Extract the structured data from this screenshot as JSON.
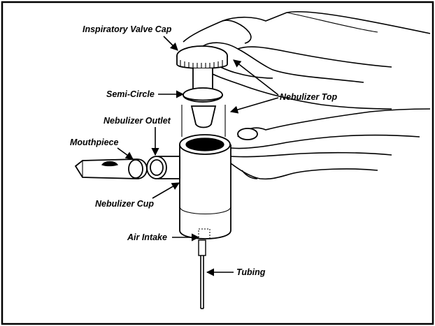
{
  "labels": {
    "inspiratory_valve_cap": "Inspiratory Valve Cap",
    "semi_circle": "Semi-Circle",
    "nebulizer_top": "Nebulizer Top",
    "nebulizer_outlet": "Nebulizer Outlet",
    "mouthpiece": "Mouthpiece",
    "nebulizer_cup": "Nebulizer Cup",
    "air_intake": "Air Intake",
    "tubing": "Tubing"
  }
}
